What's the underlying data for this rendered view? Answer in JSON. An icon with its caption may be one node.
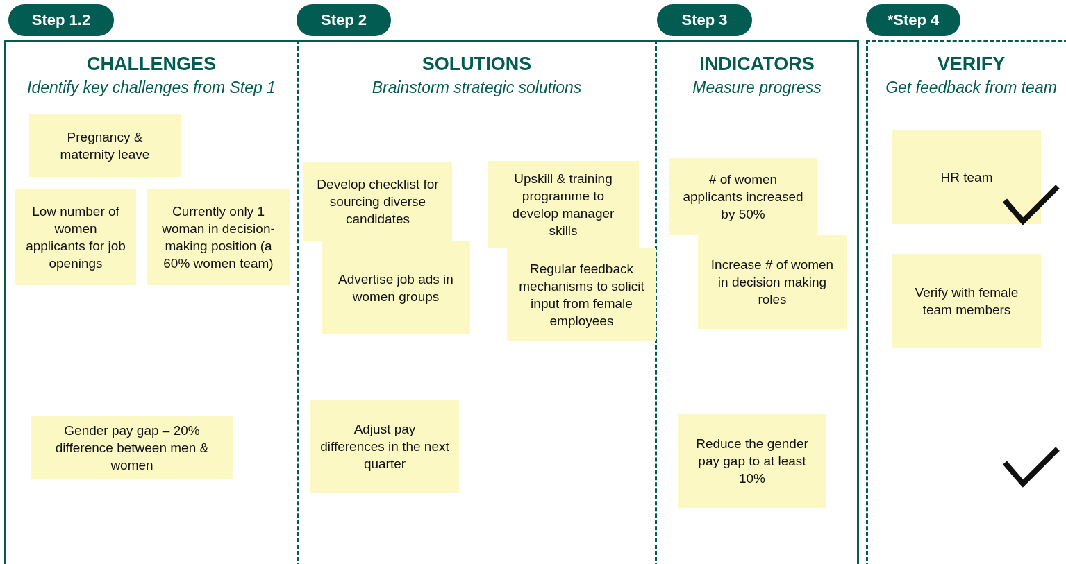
{
  "diagram": {
    "nodes": [
      {
        "text": [
          "Step 1.2"
        ]
      },
      {
        "text": [
          "Step 2"
        ]
      },
      {
        "text": [
          "Step 3"
        ]
      },
      {
        "text": [
          "*Step 4"
        ]
      },
      {
        "text": [
          "CHALLENGES",
          "Identify key challenges from Step 1"
        ]
      },
      {
        "text": [
          "Pregnancy & maternity leave"
        ],
        "in": 4
      },
      {
        "text": [
          "Low number of women applicants for job openings"
        ],
        "in": 4
      },
      {
        "text": [
          "Currently only 1 woman in decision-making position (a 60% women team)"
        ],
        "in": 4
      },
      {
        "text": [
          "Gender pay gap – 20% difference between men & women"
        ],
        "in": 4
      },
      {
        "text": [
          "SOLUTIONS",
          "Brainstorm strategic solutions"
        ]
      },
      {
        "text": [
          "Develop checklist for sourcing diverse candidates"
        ],
        "in": 9
      },
      {
        "text": [
          "Upskill & training programme to develop manager skills"
        ],
        "in": 9
      },
      {
        "text": [
          "Advertise job ads in women groups"
        ],
        "in": 9
      },
      {
        "text": [
          "Regular feedback mechanisms to solicit input from female employees"
        ],
        "in": 9
      },
      {
        "text": [
          "Adjust pay differences in the next quarter"
        ],
        "in": 9
      },
      {
        "text": [
          "INDICATORS",
          "Measure progress"
        ]
      },
      {
        "text": [
          "# of women applicants increased by 50%"
        ],
        "in": 15
      },
      {
        "text": [
          "Increase # of women in decision making roles"
        ],
        "in": 15
      },
      {
        "text": [
          "Reduce the gender pay gap to at least 10%"
        ],
        "in": 15
      },
      {
        "text": [
          "VERIFY",
          "Get feedback from team"
        ]
      },
      {
        "text": [
          "HR team"
        ],
        "in": 19
      },
      {
        "text": [
          "Verify with female team members"
        ],
        "in": 19
      }
    ]
  }
}
